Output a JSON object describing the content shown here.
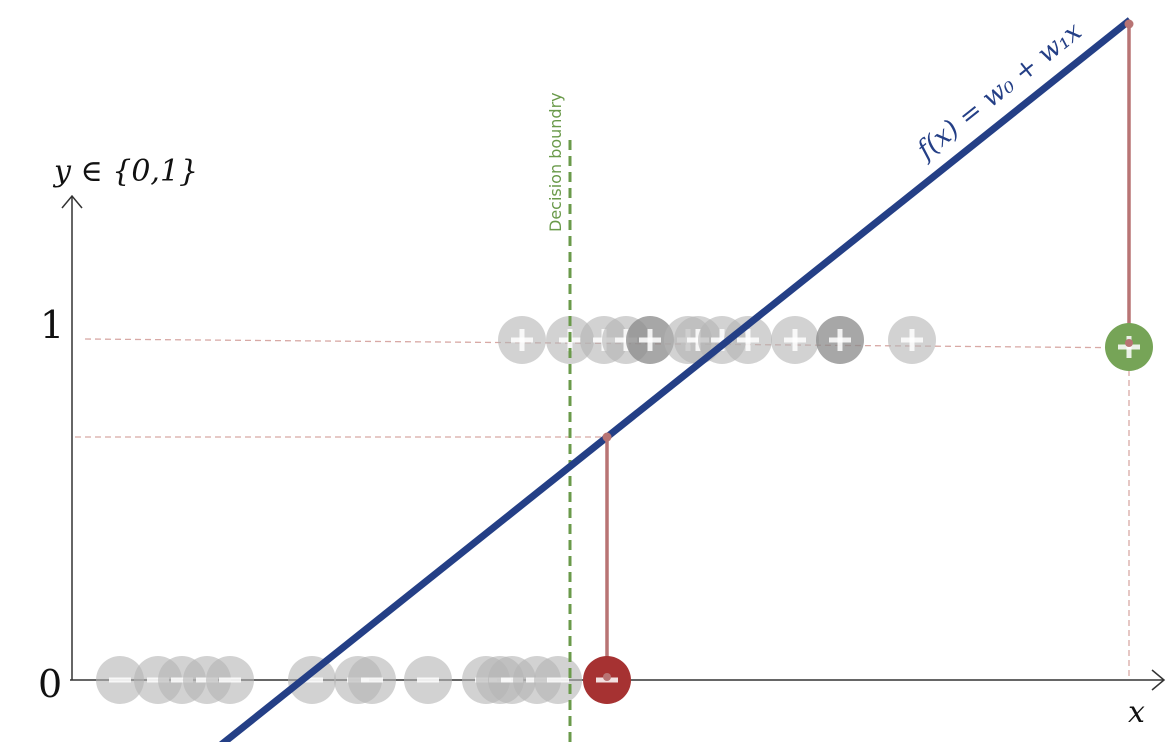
{
  "chart_data": {
    "type": "scatter",
    "y_axis_label": "y ∈ {0,1}",
    "x_axis_label": "x",
    "y_ticks": [
      "1",
      "0"
    ],
    "line_label": "f(x) = w₀ + w₁x",
    "boundary_label": "Decision boundry",
    "positive_symbol": "+",
    "negative_symbol": "−",
    "negative_x": [
      120,
      158,
      182,
      207,
      230,
      312,
      358,
      372,
      428,
      486,
      500,
      512,
      537,
      558
    ],
    "positive_x": [
      522,
      570,
      604,
      626,
      650,
      688,
      698,
      722,
      748,
      795,
      840,
      912
    ],
    "highlight_negative_x": 607,
    "highlight_positive_x": 1129,
    "boundary_x": 570,
    "colors": {
      "line": "#243f86",
      "boundary": "#6a9a4a",
      "point": "#b4b4b4",
      "dark_point": "#8a8a8a",
      "highlight_negative": "#a63232",
      "highlight_positive": "#76a457",
      "residual": "#b87474",
      "guide": "#d8a9a5",
      "axis": "#333333"
    }
  }
}
